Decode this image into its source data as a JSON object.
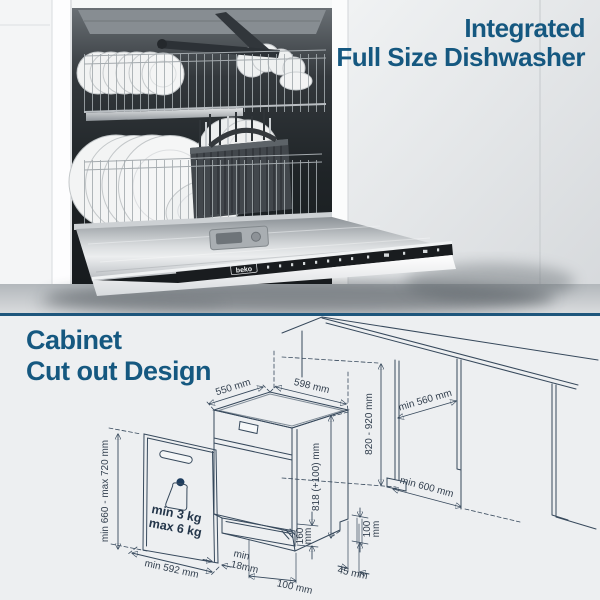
{
  "header": {
    "title_line1": "Integrated",
    "title_line2": "Full Size Dishwasher"
  },
  "photo": {
    "brand": "beko"
  },
  "cutout": {
    "title_line1": "Cabinet",
    "title_line2": "Cut out Design",
    "labels": {
      "top_depth": "550 mm",
      "top_width": "598 mm",
      "body_height": "818 (+100) mm",
      "kick_height_l1": "160",
      "kick_height_l2": "mm",
      "kick_depth": "100 mm",
      "side_gap": "45 mm",
      "leg_height_l1": "100",
      "leg_height_l2": "mm",
      "niche_height": "820 - 920 mm",
      "niche_depth": "min 560 mm",
      "niche_width": "min 600 mm",
      "panel_height": "min 660 - max 720 mm",
      "panel_width": "min 592 mm",
      "panel_thickness_l1": "min",
      "panel_thickness_l2": "18mm",
      "weight_min": "min 3 kg",
      "weight_max": "max 6 kg"
    }
  },
  "colors": {
    "accent_blue": "#155880",
    "divider_blue": "#1e567c",
    "diagram_ink": "#37495c",
    "weight_icon_navy": "#1d3c5e",
    "bottom_background": "#edeff1"
  }
}
